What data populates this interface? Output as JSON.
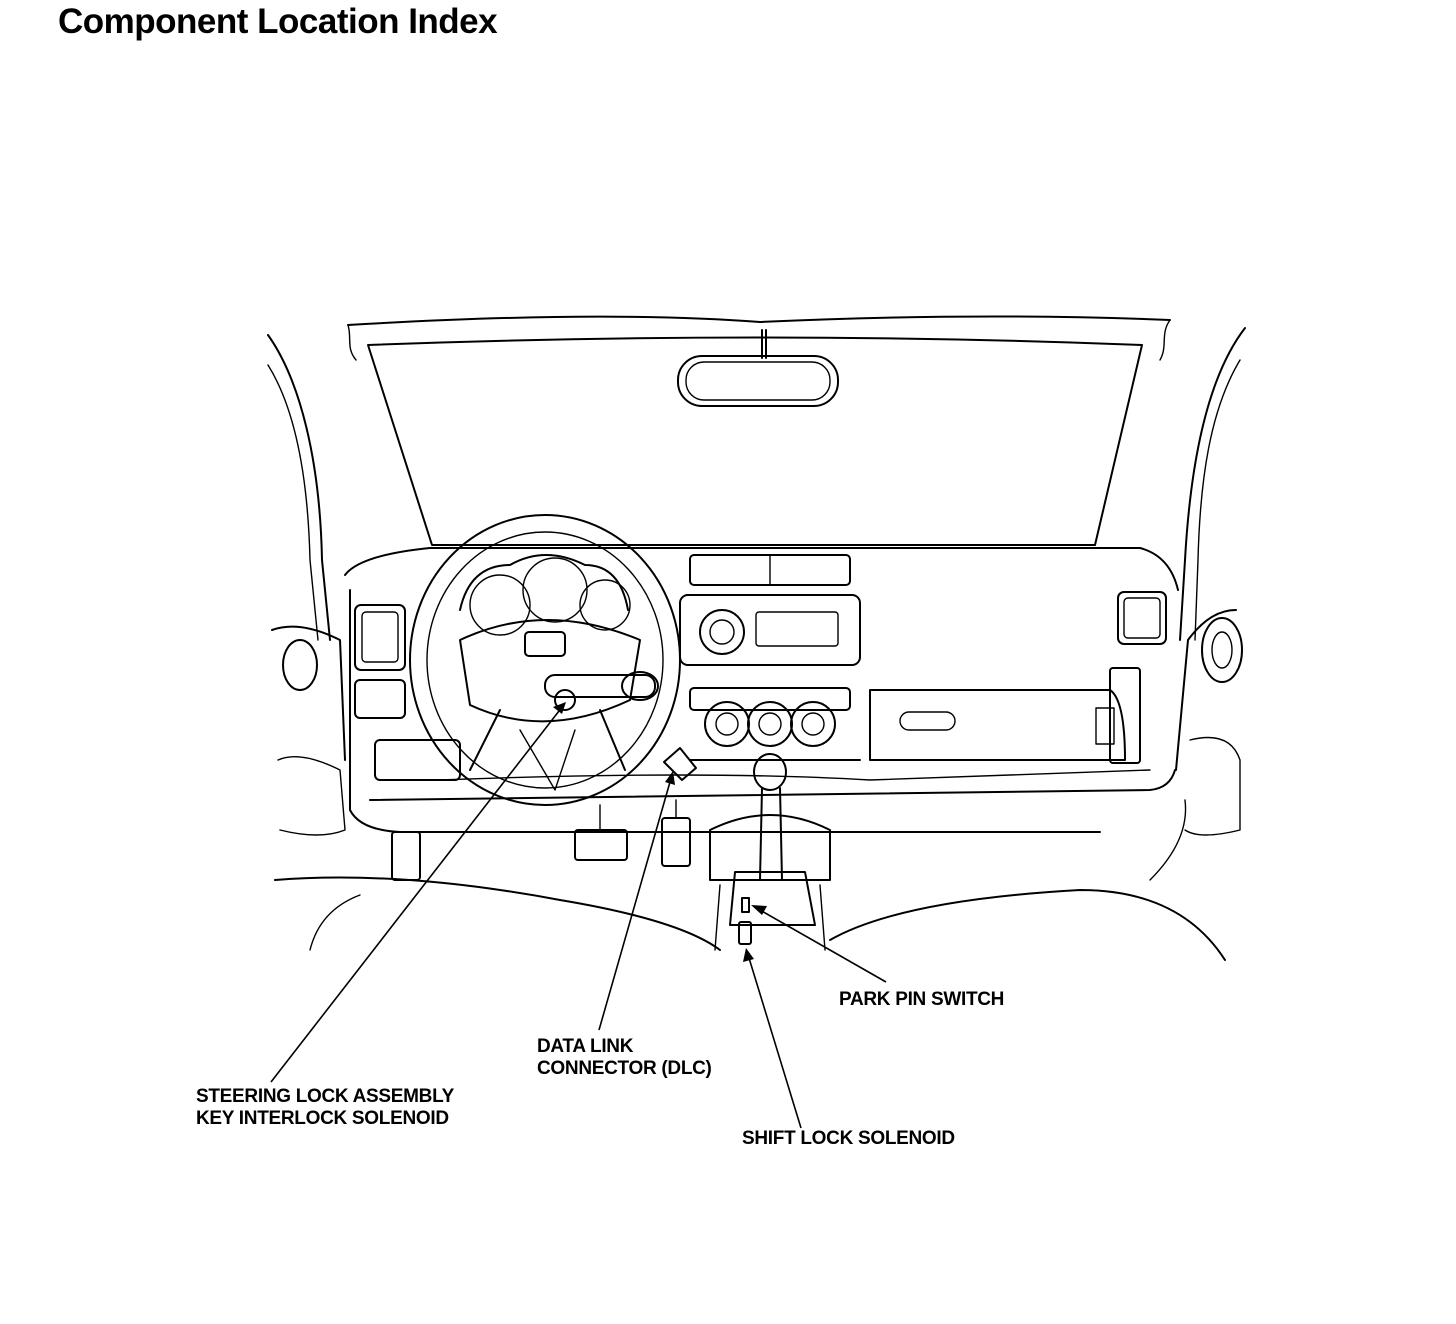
{
  "page": {
    "title": "Component Location Index"
  },
  "callouts": {
    "steering_lock": {
      "line1": "STEERING LOCK ASSEMBLY",
      "line2": "KEY INTERLOCK SOLENOID"
    },
    "dlc": {
      "line1": "DATA LINK",
      "line2": "CONNECTOR (DLC)"
    },
    "park_pin": {
      "label": "PARK PIN SWITCH"
    },
    "shift_lock": {
      "label": "SHIFT LOCK SOLENOID"
    }
  },
  "colors": {
    "ink": "#000000",
    "paper": "#ffffff"
  }
}
